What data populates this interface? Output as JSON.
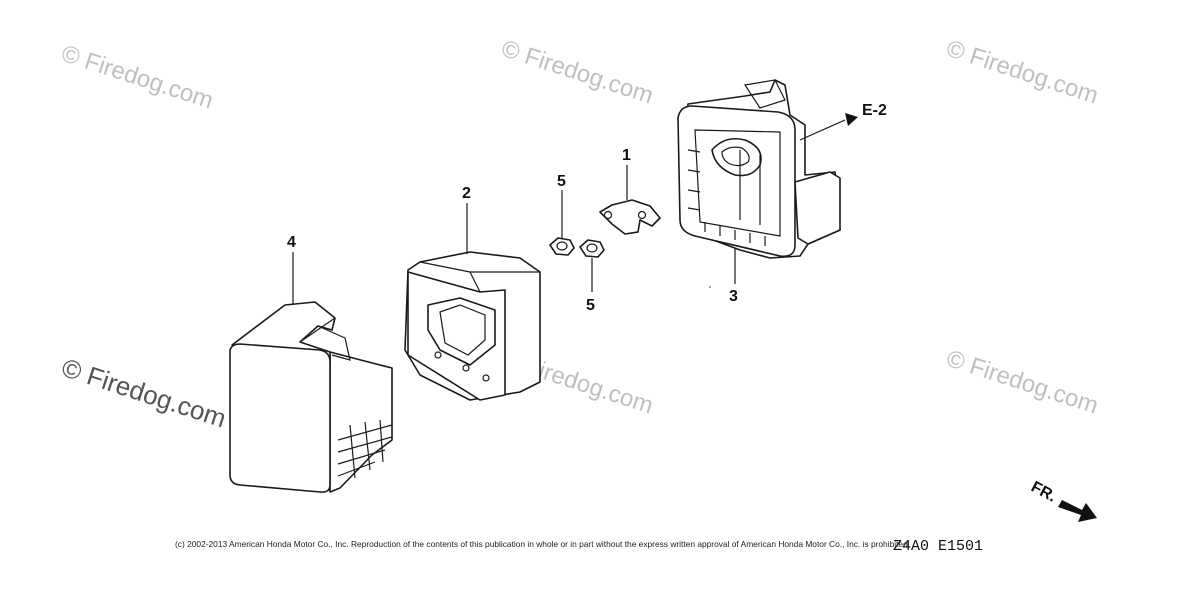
{
  "watermarks": [
    {
      "text": "© Firedog.com"
    },
    {
      "text": "© Firedog.com"
    },
    {
      "text": "© Firedog.com"
    },
    {
      "text": "© Firedog.com"
    },
    {
      "text": "© Firedog.com"
    },
    {
      "text": "© Firedog.com"
    }
  ],
  "callouts": {
    "part1": "1",
    "part2": "2",
    "part3": "3",
    "part4": "4",
    "part5a": "5",
    "part5b": "5"
  },
  "references": {
    "section_ref": "E-2",
    "front_indicator": "FR."
  },
  "drawing_code": "Z4A0 E1501",
  "copyright": "(c) 2002-2013 American Honda Motor Co., Inc. Reproduction of the contents of this publication in whole or in part without the express written approval of American Honda Motor Co., Inc. is prohibited."
}
